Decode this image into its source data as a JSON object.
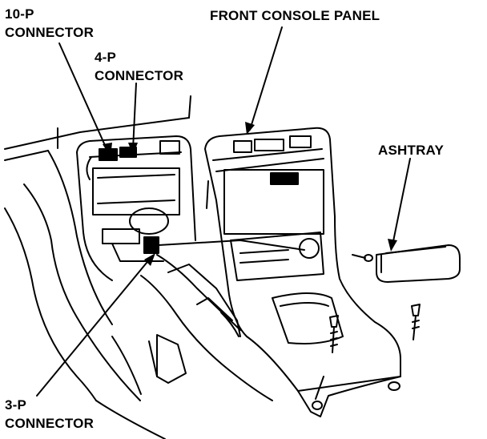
{
  "labels": {
    "ten_p_connector": [
      "10-P",
      "CONNECTOR"
    ],
    "four_p_connector": [
      "4-P",
      "CONNECTOR"
    ],
    "front_console_panel": "FRONT CONSOLE PANEL",
    "ashtray": "ASHTRAY",
    "three_p_connector": [
      "3-P",
      "CONNECTOR"
    ]
  },
  "colors": {
    "ink": "#000000",
    "paper": "#ffffff"
  }
}
